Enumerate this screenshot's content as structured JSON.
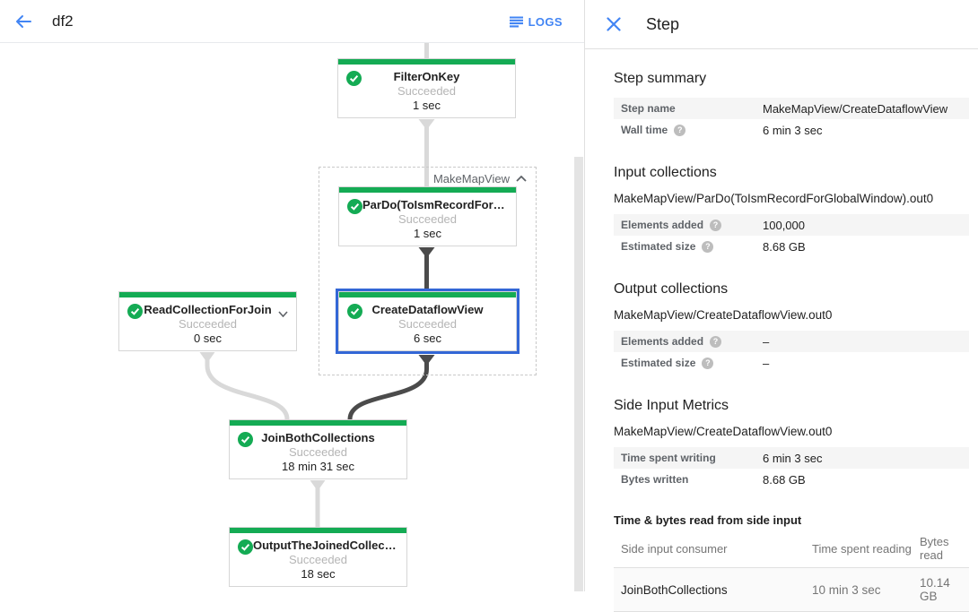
{
  "colors": {
    "accent_blue": "#4285f4",
    "success_green": "#14ab54",
    "selected_border": "#3367d6",
    "edge_light": "#d9d9d9",
    "edge_dark": "#4b4b4b"
  },
  "toolbar": {
    "title": "df2",
    "logs_label": "LOGS"
  },
  "icons": {
    "back": "arrow-left",
    "logs": "list-lines",
    "close": "x",
    "node_success": "check-circle",
    "help": "question-circle",
    "group_collapse": "chevron-up",
    "node_expand": "chevron-down"
  },
  "graph": {
    "group_label": "MakeMapView",
    "nodes": [
      {
        "title": "FilterOnKey",
        "status": "Succeeded",
        "time": "1 sec"
      },
      {
        "title": "ParDo(ToIsmRecordFor…",
        "status": "Succeeded",
        "time": "1 sec"
      },
      {
        "title": "ReadCollectionForJoin",
        "status": "Succeeded",
        "time": "0 sec"
      },
      {
        "title": "CreateDataflowView",
        "status": "Succeeded",
        "time": "6 sec"
      },
      {
        "title": "JoinBothCollections",
        "status": "Succeeded",
        "time": "18 min 31 sec"
      },
      {
        "title": "OutputTheJoinedCollec…",
        "status": "Succeeded",
        "time": "18 sec"
      }
    ]
  },
  "panel": {
    "title": "Step",
    "step_summary": {
      "title": "Step summary",
      "rows": [
        {
          "label": "Step name",
          "value": "MakeMapView/CreateDataflowView"
        },
        {
          "label": "Wall time",
          "value": "6 min 3 sec"
        }
      ]
    },
    "input_collections": {
      "title": "Input collections",
      "subtitle": "MakeMapView/ParDo(ToIsmRecordForGlobalWindow).out0",
      "rows": [
        {
          "label": "Elements added",
          "value": "100,000"
        },
        {
          "label": "Estimated size",
          "value": "8.68 GB"
        }
      ]
    },
    "output_collections": {
      "title": "Output collections",
      "subtitle": "MakeMapView/CreateDataflowView.out0",
      "rows": [
        {
          "label": "Elements added",
          "value": "–"
        },
        {
          "label": "Estimated size",
          "value": "–"
        }
      ]
    },
    "side_input_metrics": {
      "title": "Side Input Metrics",
      "subtitle": "MakeMapView/CreateDataflowView.out0",
      "rows": [
        {
          "label": "Time spent writing",
          "value": "6 min 3 sec"
        },
        {
          "label": "Bytes written",
          "value": "8.68 GB"
        }
      ],
      "table": {
        "heading": "Time & bytes read from side input",
        "columns": [
          "Side input consumer",
          "Time spent reading",
          "Bytes read"
        ],
        "rows": [
          {
            "consumer": "JoinBothCollections",
            "time": "10 min 3 sec",
            "bytes": "10.14 GB"
          }
        ]
      }
    }
  }
}
